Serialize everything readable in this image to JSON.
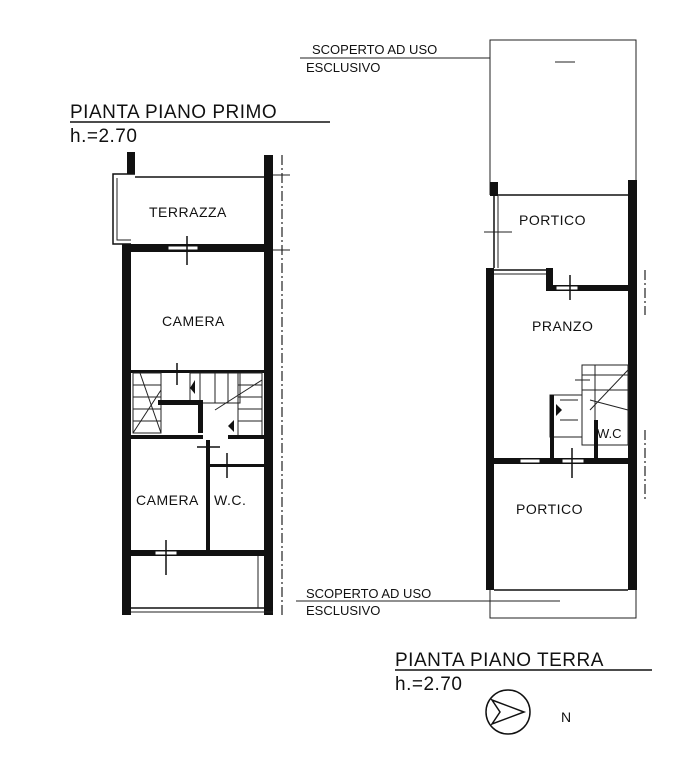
{
  "first_floor": {
    "title": "PIANTA PIANO PRIMO",
    "height": "h.=2.70",
    "rooms": {
      "terrace": "TERRAZZA",
      "bedroom_1": "CAMERA",
      "bedroom_2": "CAMERA",
      "wc": "W.C."
    }
  },
  "ground_floor": {
    "title": "PIANTA PIANO TERRA",
    "height": "h.=2.70",
    "rooms": {
      "portico_top": "PORTICO",
      "dining": "PRANZO",
      "wc": "W.C",
      "portico_bottom": "PORTICO"
    }
  },
  "annotations": {
    "top_yard_line1": "SCOPERTO AD USO",
    "top_yard_line2": "ESCLUSIVO",
    "bottom_yard_line1": "SCOPERTO AD USO",
    "bottom_yard_line2": "ESCLUSIVO"
  },
  "north_label": "N"
}
